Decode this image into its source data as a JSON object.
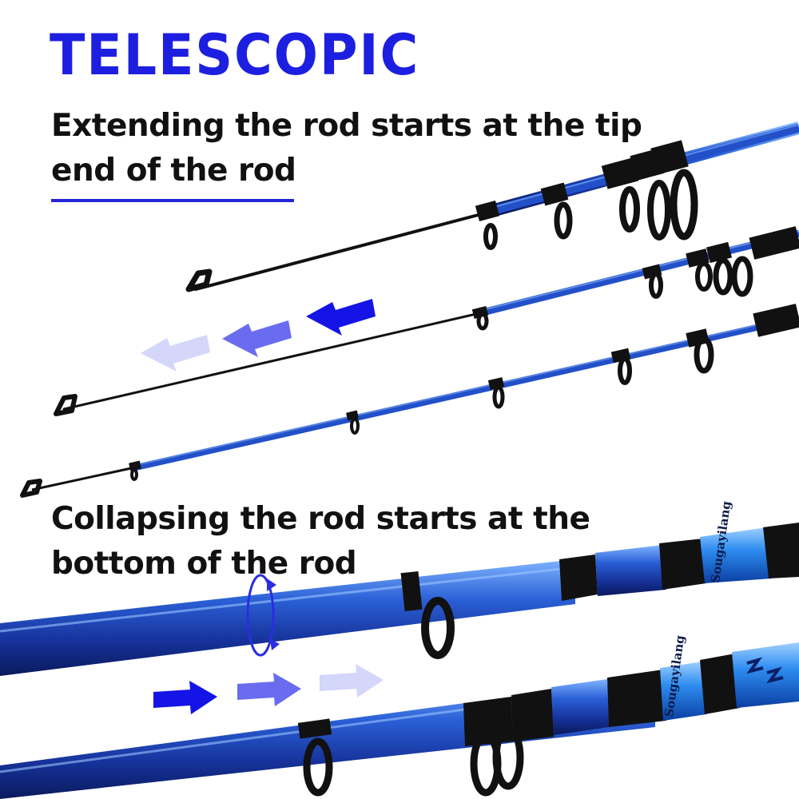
{
  "headline": "TELESCOPIC",
  "extend_caption": "Extending the rod starts at the tip end of the rod",
  "collapse_caption": "Collapsing the rod starts at the bottom of the rod",
  "brand_label": "Sougayilang",
  "colors": {
    "headline": "#1d1fe0",
    "rod_blue": "#1f47b8",
    "arrow_strong": "#1414e6",
    "arrow_mid": "#6a6cf0",
    "arrow_light": "#d4d6fa"
  },
  "icons": [
    "left-arrow-icon",
    "right-arrow-icon",
    "rotate-icon"
  ]
}
